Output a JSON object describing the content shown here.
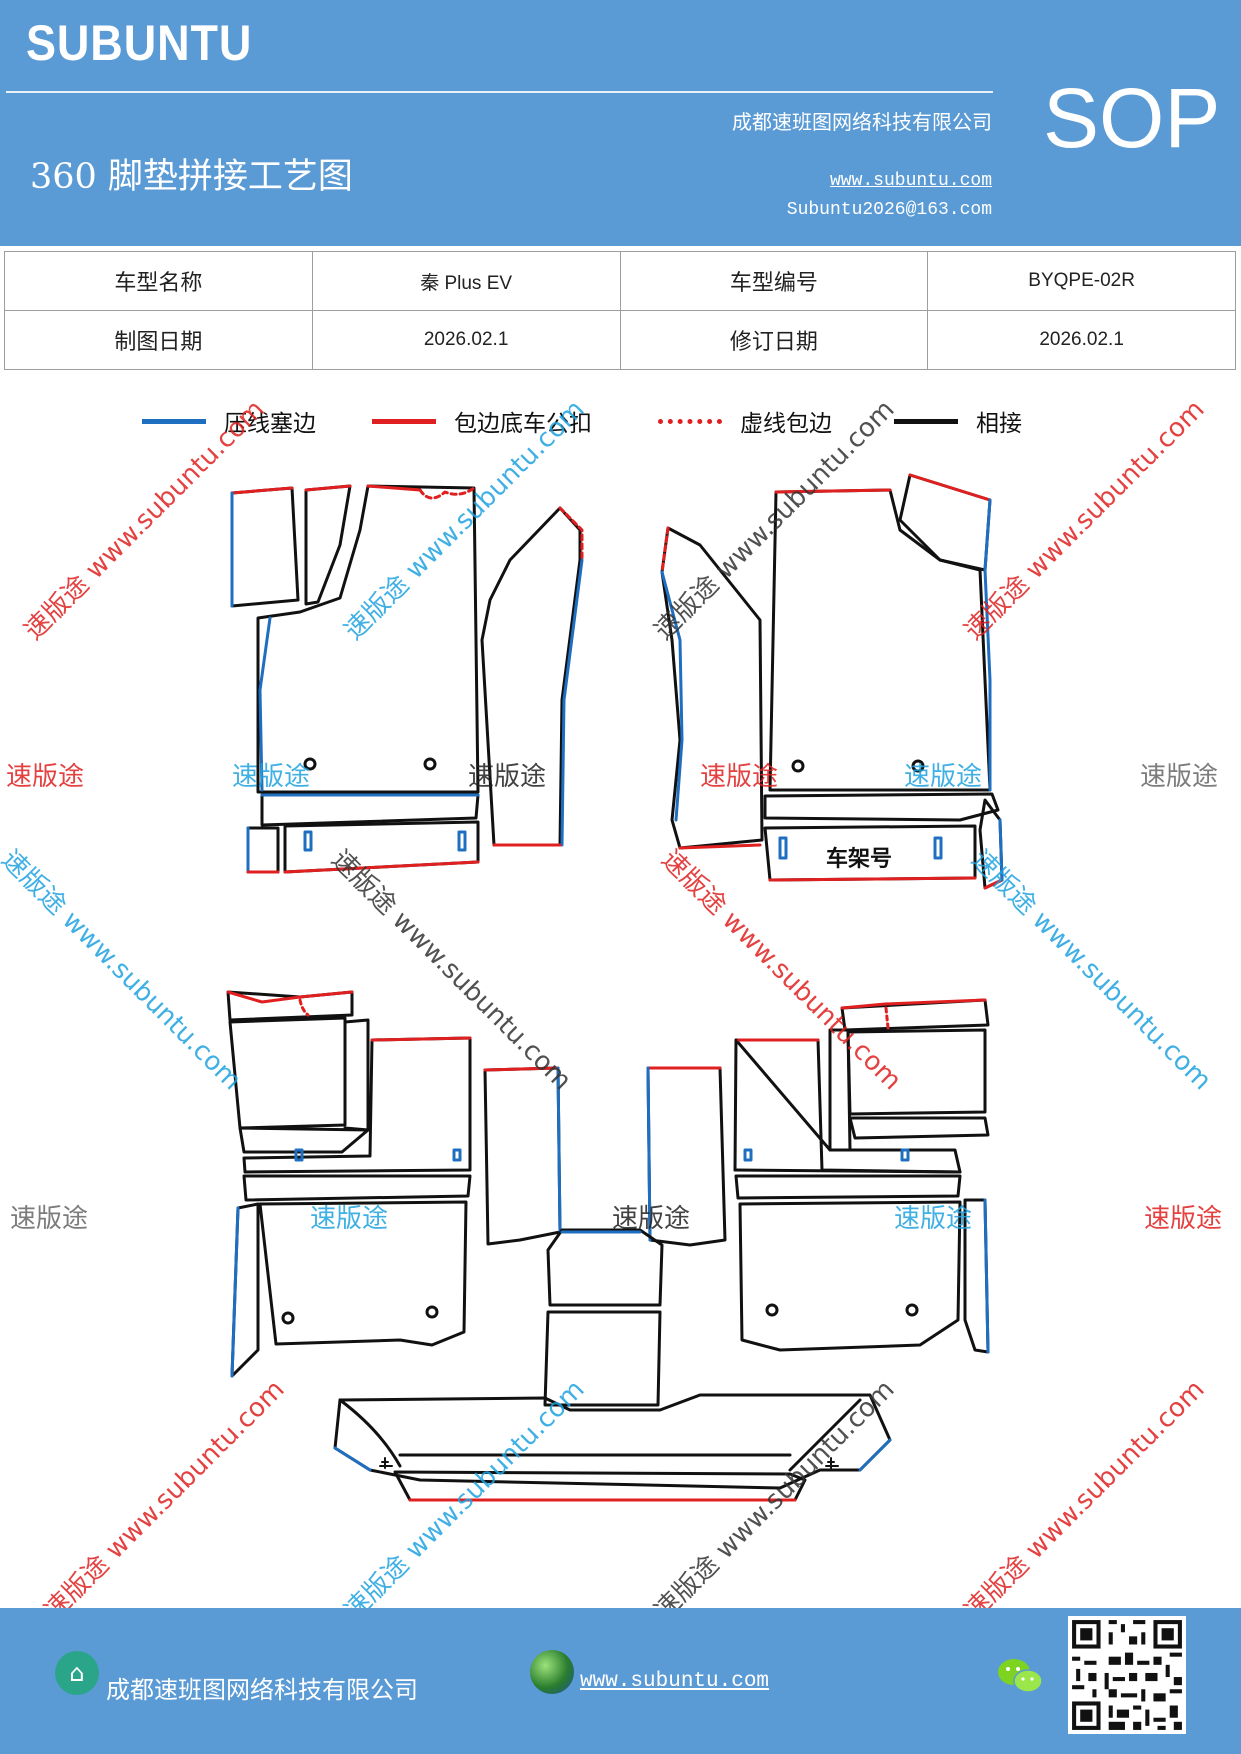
{
  "header": {
    "brand": "SUBUNTU",
    "company": "成都速班图网络科技有限公司",
    "title": "360 脚垫拼接工艺图",
    "website": "www.subuntu.com",
    "email": "Subuntu2026@163.com",
    "badge": "SOP"
  },
  "info_table": {
    "model_name_label": "车型名称",
    "model_name_value": "秦 Plus EV",
    "model_code_label": "车型编号",
    "model_code_value": "BYQPE-02R",
    "draw_date_label": "制图日期",
    "draw_date_value": "2026.02.1",
    "revise_date_label": "修订日期",
    "revise_date_value": "2026.02.1"
  },
  "legend": [
    {
      "label": "压线塞边",
      "color": "#1f6fc0",
      "style": "solid"
    },
    {
      "label": "包边底车公扣",
      "color": "#e02020",
      "style": "solid"
    },
    {
      "label": "虚线包边",
      "color": "#e02020",
      "style": "dotted"
    },
    {
      "label": "相接",
      "color": "#111111",
      "style": "solid"
    }
  ],
  "drawing": {
    "frame_label": "车架号"
  },
  "watermarks": {
    "short": "速版途",
    "long": "速版途 www.subuntu.com"
  },
  "colors": {
    "header_blue": "#5b9bd5",
    "press_line_blue": "#1f6fc0",
    "trim_red": "#e02020",
    "outline_black": "#111111"
  },
  "footer": {
    "company": "成都速班图网络科技有限公司",
    "website": "www.subuntu.com",
    "icons": [
      "home-icon",
      "globe-icon",
      "wechat-icon",
      "qr-code"
    ]
  }
}
